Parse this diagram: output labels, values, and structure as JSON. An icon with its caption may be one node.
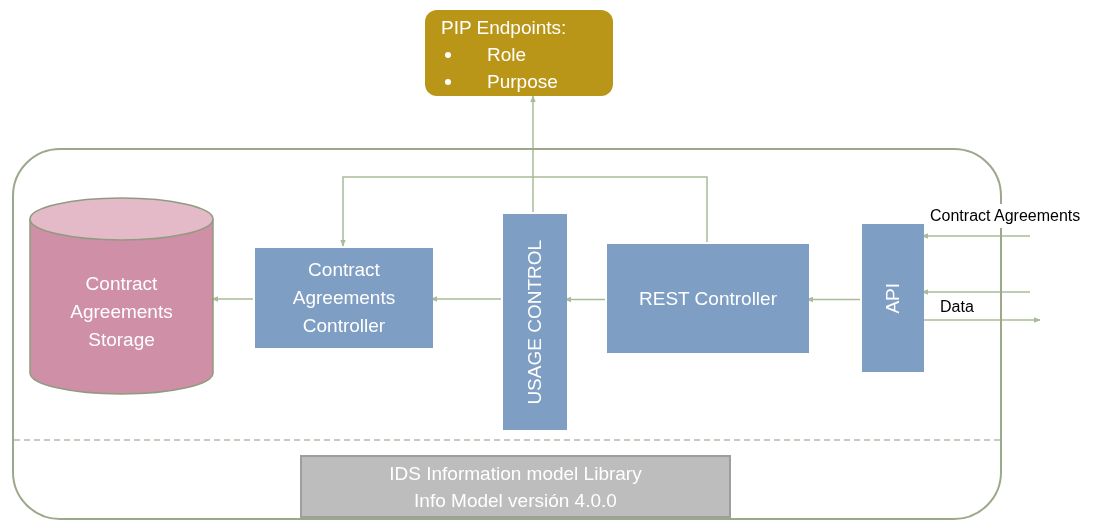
{
  "diagram": {
    "nodes": [
      {
        "text": [
          "PIP Endpoints:",
          "Role",
          "Purpose"
        ]
      },
      {
        "text": [],
        "shape": "box"
      },
      {
        "text": [
          "Contract Agreements Storage"
        ],
        "in": 1
      },
      {
        "text": [
          "Contract Agreements Controller"
        ],
        "in": 1
      },
      {
        "text": [
          "USAGE CONTROL"
        ],
        "in": 1
      },
      {
        "text": [
          "REST Controller"
        ],
        "in": 1
      },
      {
        "text": [
          "API"
        ],
        "in": 1
      },
      {
        "text": [
          "IDS Information model Library",
          "Info Model versión 4.0.0"
        ],
        "in": 1
      }
    ],
    "edges": [
      {
        "from": 4,
        "to": 0,
        "arrow": "to"
      },
      {
        "from": 5,
        "to": 3,
        "arrow": "to"
      },
      {
        "from": 4,
        "to": 3,
        "arrow": "to"
      },
      {
        "from": 3,
        "to": 2,
        "arrow": "to"
      },
      {
        "from": 5,
        "to": 4,
        "arrow": "to"
      },
      {
        "from": 6,
        "to": 5,
        "arrow": "to"
      },
      {
        "from": null,
        "to": 6,
        "arrow": "to",
        "label": "Contract Agreements"
      },
      {
        "from": null,
        "to": 6,
        "arrow": "to"
      },
      {
        "from": 6,
        "to": null,
        "arrow": "to",
        "label": "Data"
      }
    ]
  }
}
